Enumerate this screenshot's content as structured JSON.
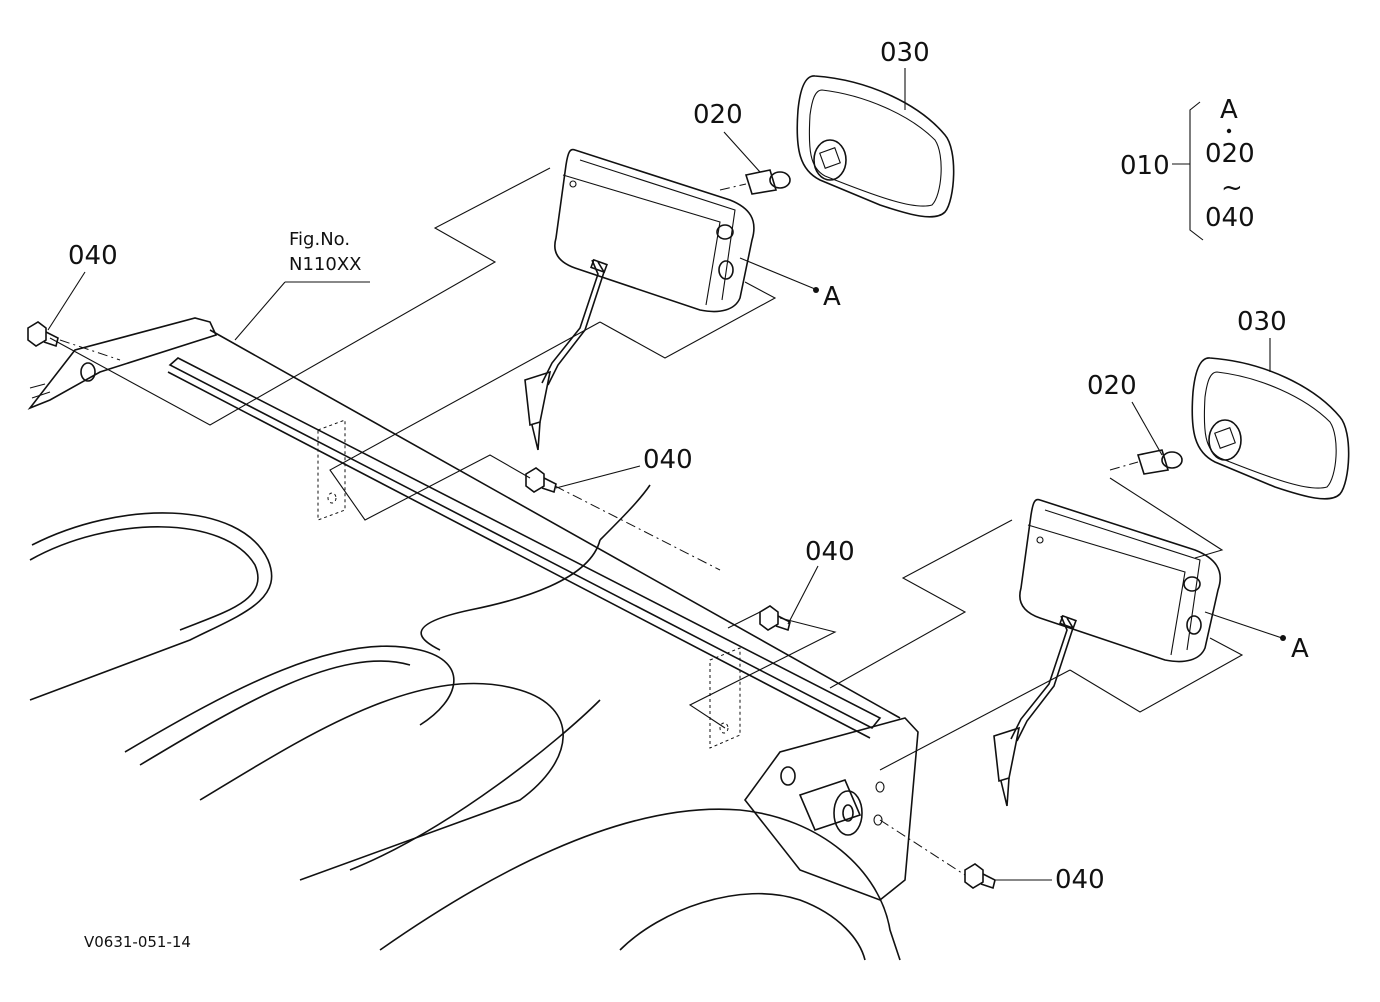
{
  "diagram": {
    "figure_ref": {
      "line1": "Fig.No.",
      "line2": "N110XX"
    },
    "image_code": "V0631-051-14",
    "callouts": {
      "left_lamp_bulb": "020",
      "left_lamp_lens": "030",
      "right_lamp_bulb": "020",
      "right_lamp_lens": "030",
      "bolt_left": "040",
      "bolt_center": "040",
      "bolt_mid": "040",
      "bolt_bottom": "040",
      "ref_left": "A",
      "ref_right": "A"
    },
    "assembly_key": {
      "parent": "010",
      "ref": "A",
      "from": "020",
      "tilde": "~",
      "to": "040"
    }
  }
}
